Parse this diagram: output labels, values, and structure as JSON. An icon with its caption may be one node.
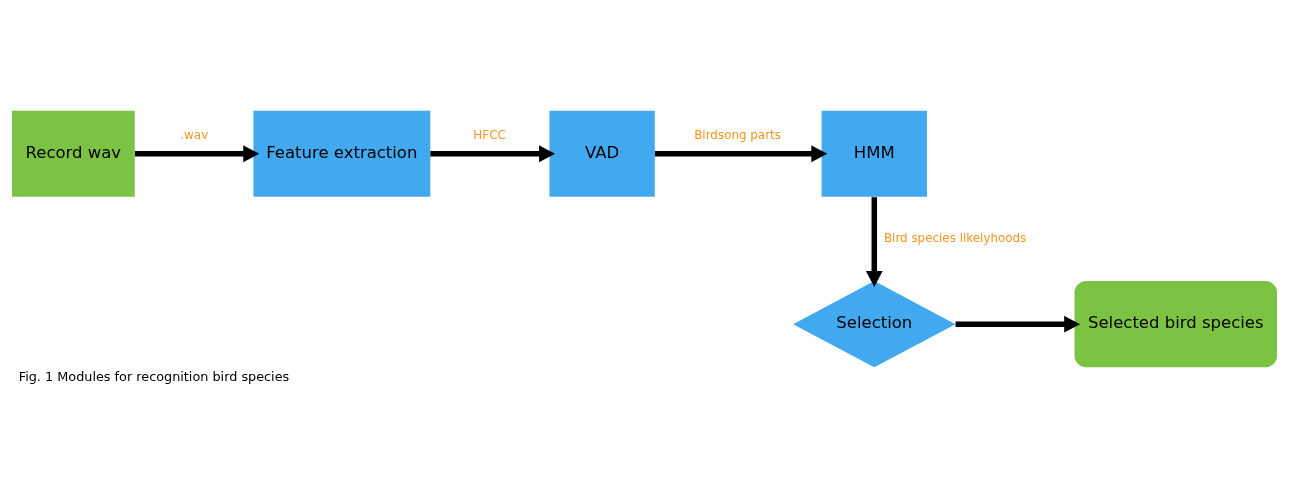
{
  "diagram": {
    "caption": "Fig. 1 Modules for recognition bird species",
    "nodes": [
      {
        "text": [
          "Record wav"
        ]
      },
      {
        "text": [
          "Feature extraction"
        ]
      },
      {
        "text": [
          "VAD"
        ]
      },
      {
        "text": [
          "HMM"
        ]
      },
      {
        "text": [
          "Selection"
        ]
      },
      {
        "text": [
          "Selected bird species"
        ]
      }
    ],
    "edges": [
      {
        "from": 0,
        "to": 1,
        "arrow": "to",
        "label": ".wav"
      },
      {
        "from": 1,
        "to": 2,
        "arrow": "to",
        "label": "HFCC"
      },
      {
        "from": 2,
        "to": 3,
        "arrow": "to",
        "label": "Birdsong parts"
      },
      {
        "from": 3,
        "to": 4,
        "arrow": "to",
        "label": "Bird species likelyhoods"
      },
      {
        "from": 4,
        "to": 5,
        "arrow": "to"
      }
    ]
  }
}
